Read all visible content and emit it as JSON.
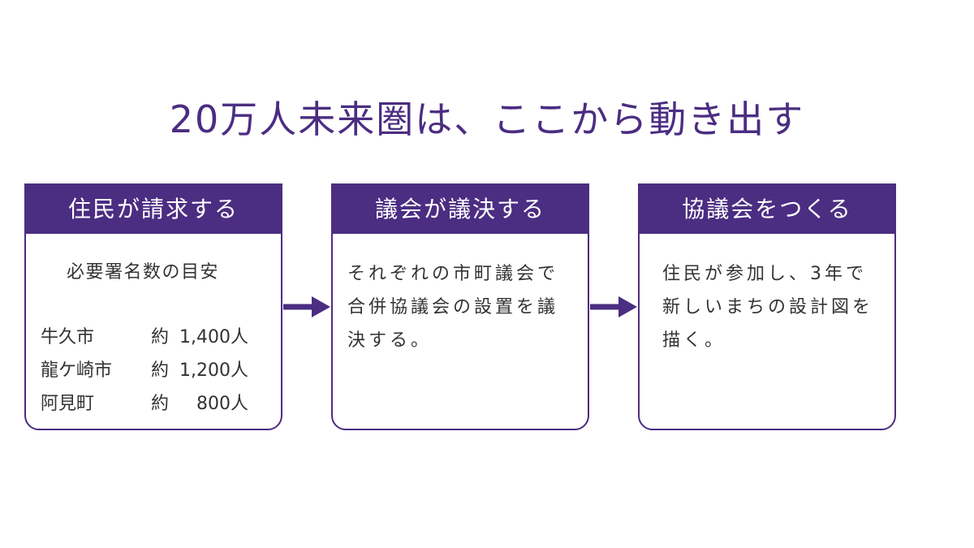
{
  "title": "20万人未来圏は、ここから動き出す",
  "colors": {
    "accent": "#4b2d82",
    "background": "#ffffff",
    "body_text": "#333333",
    "header_text": "#ffffff"
  },
  "steps": [
    {
      "header": "住民が請求する",
      "subtitle": "必要署名数の目安",
      "rows": [
        {
          "name": "牛久市",
          "prefix": "約",
          "amount": "1,400人"
        },
        {
          "name": "龍ケ崎市",
          "prefix": "約",
          "amount": "1,200人"
        },
        {
          "name": "阿見町",
          "prefix": "約",
          "amount": "800人"
        }
      ]
    },
    {
      "header": "議会が議決する",
      "lines": [
        "それぞれの市町議会で",
        "合併協議会の設置を議",
        "決する。"
      ]
    },
    {
      "header": "協議会をつくる",
      "lines": [
        "住民が参加し、3年で",
        "新しいまちの設計図を",
        "描く。"
      ]
    }
  ],
  "arrows": [
    "arrow-right-icon",
    "arrow-right-icon"
  ]
}
